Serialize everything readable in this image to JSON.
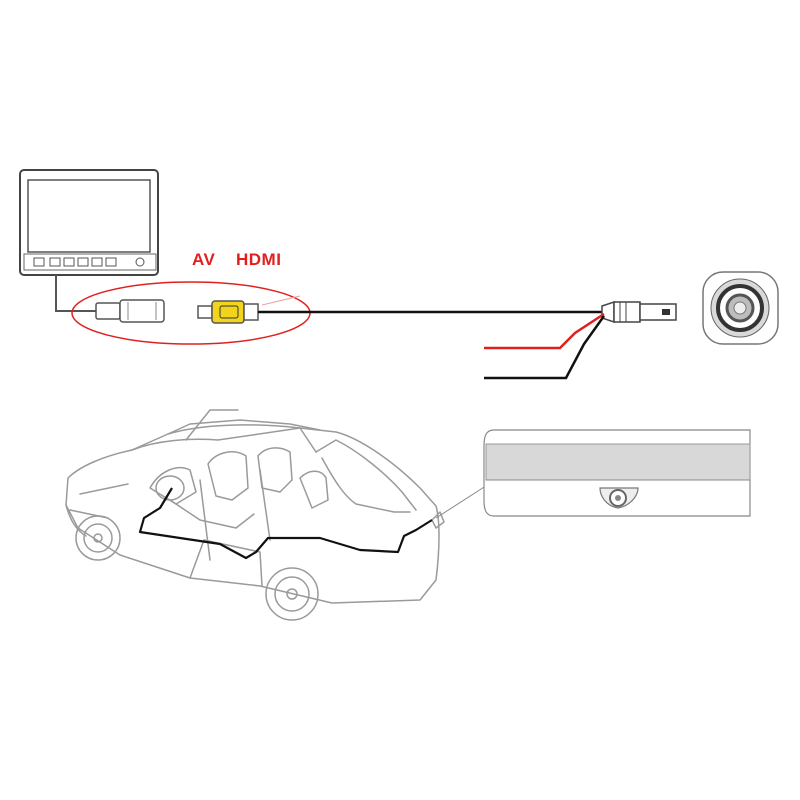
{
  "labels": {
    "av": "AV",
    "hdmi": "HDMI"
  },
  "colors": {
    "label": "#e0201e",
    "cable": "#111111",
    "red_wire": "#e0201e",
    "rca_yellow": "#f2d41c",
    "outline": "#555555",
    "car_outline": "#9a9a9a",
    "route": "#111111"
  },
  "icons": {
    "monitor": "monitor-icon",
    "camera": "camera-icon",
    "car": "car-outline"
  }
}
